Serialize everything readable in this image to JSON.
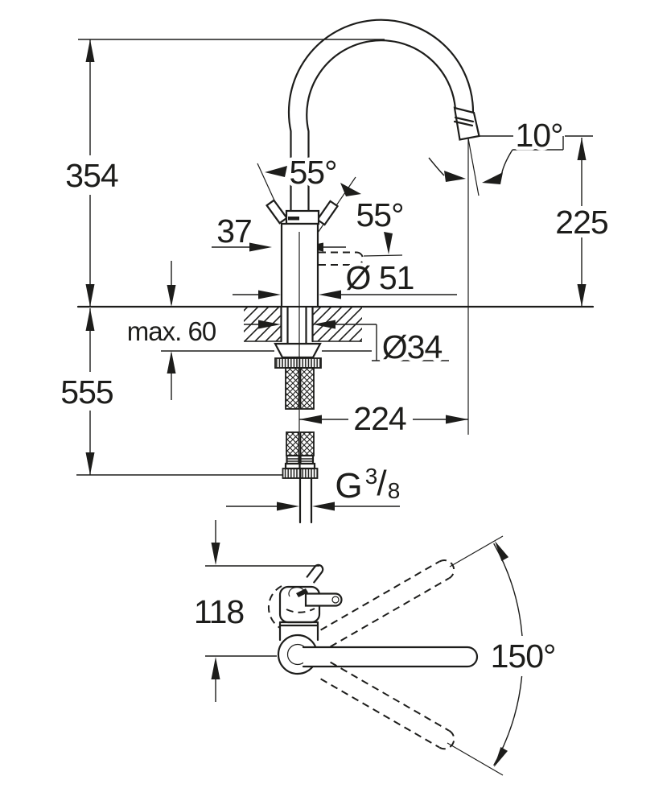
{
  "drawing": {
    "title": "Single-lever kitchen faucet dimensional drawing",
    "colors": {
      "ink": "#1d1d1b",
      "paper": "#ffffff"
    },
    "side_view": {
      "spout_height": "354",
      "install_depth": "555",
      "handle_swing_left": "55°",
      "handle_swing_right": "55°",
      "handle_offset": "37",
      "outlet_angle": "10°",
      "outlet_height": "225",
      "body_diameter": "Ø 51",
      "max_counter_thickness": "max. 60",
      "hole_diameter": "Ø34",
      "spout_reach": "224",
      "thread": {
        "prefix": "G",
        "numerator": "3",
        "slash": "/",
        "denominator": "8"
      }
    },
    "top_view": {
      "front_clearance": "118",
      "swivel_range": "150°"
    }
  }
}
